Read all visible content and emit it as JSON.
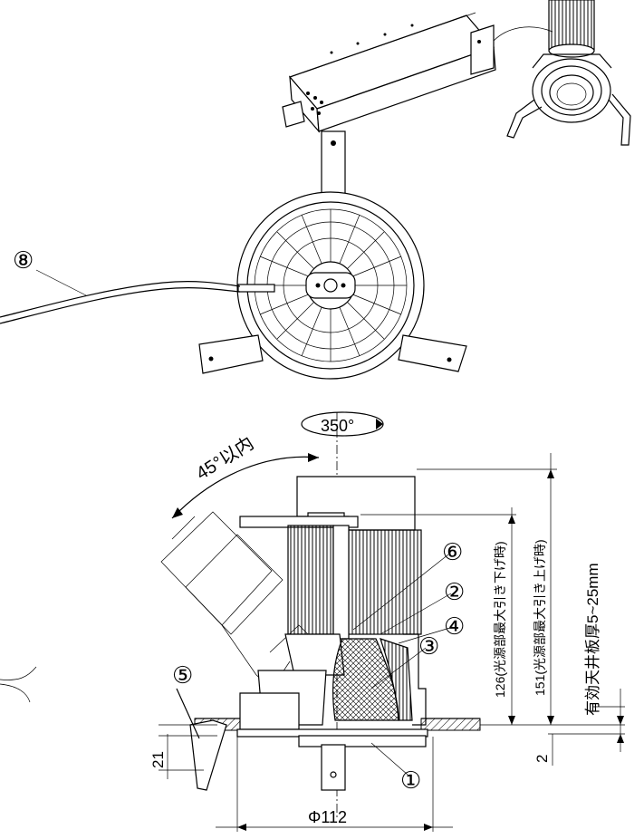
{
  "callouts": {
    "c1": "①",
    "c2": "②",
    "c3": "③",
    "c4": "④",
    "c5": "⑤",
    "c6": "⑥",
    "c8": "⑧"
  },
  "rotation": {
    "label": "350°",
    "tilt_label": "45°以内"
  },
  "dimensions": {
    "diameter": "Φ112",
    "height_lowered": "126(光源部最大引き下げ時)",
    "height_raised": "151(光源部最大引き上げ時)",
    "ceiling": "有効天井板厚5~25mm",
    "flange": "21",
    "gap": "2"
  }
}
